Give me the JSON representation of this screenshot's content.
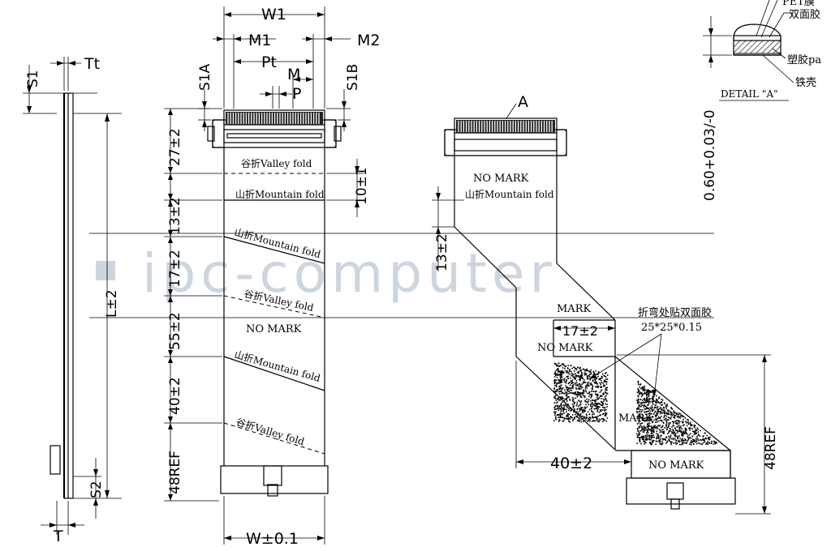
{
  "watermark": "ipc-computer",
  "side_view": {
    "labels": {
      "s1": "S1",
      "tt": "Tt",
      "l": "L±2",
      "s2": "S2",
      "t": "T"
    }
  },
  "front_view": {
    "labels": {
      "w1": "W1",
      "m1": "M1",
      "m2": "M2",
      "pt": "Pt",
      "m": "M",
      "p": "P",
      "s1a": "S1A",
      "s1b": "S1B",
      "w": "W±0.1",
      "d27": "27±2",
      "d13": "13±2",
      "d17": "17±2",
      "d55": "55±2",
      "d40": "40±2",
      "d48": "48REF",
      "d10": "10±1"
    },
    "folds": {
      "valley1": "谷折Valley fold",
      "mountain1": "山折Mountain fold",
      "mountain2": "山折Mountain fold",
      "valley2": "谷折Valley fold",
      "no_mark": "NO MARK",
      "mountain3": "山折Mountain fold",
      "valley3": "谷折Valley fold"
    }
  },
  "folded_view": {
    "labels": {
      "a": "A",
      "no_mark_top": "NO MARK",
      "mountain": "山折Mountain fold",
      "d13": "13±2",
      "mark1": "MARK",
      "d17": "17±2",
      "no_mark_mid": "NO MARK",
      "note_cn": "折弯处贴双面胶",
      "note_size": "25*25*0.15",
      "mark2": "MARK",
      "d40": "40±2",
      "no_mark_bottom": "NO MARK",
      "d48": "48REF"
    }
  },
  "detail_view": {
    "labels": {
      "pet": "PET膜",
      "tape": "双面胶",
      "plastic": "塑胶pa",
      "iron": "铁壳",
      "thickness": "0.60+0.03/-0",
      "detail": "DETAIL \"A\""
    }
  }
}
